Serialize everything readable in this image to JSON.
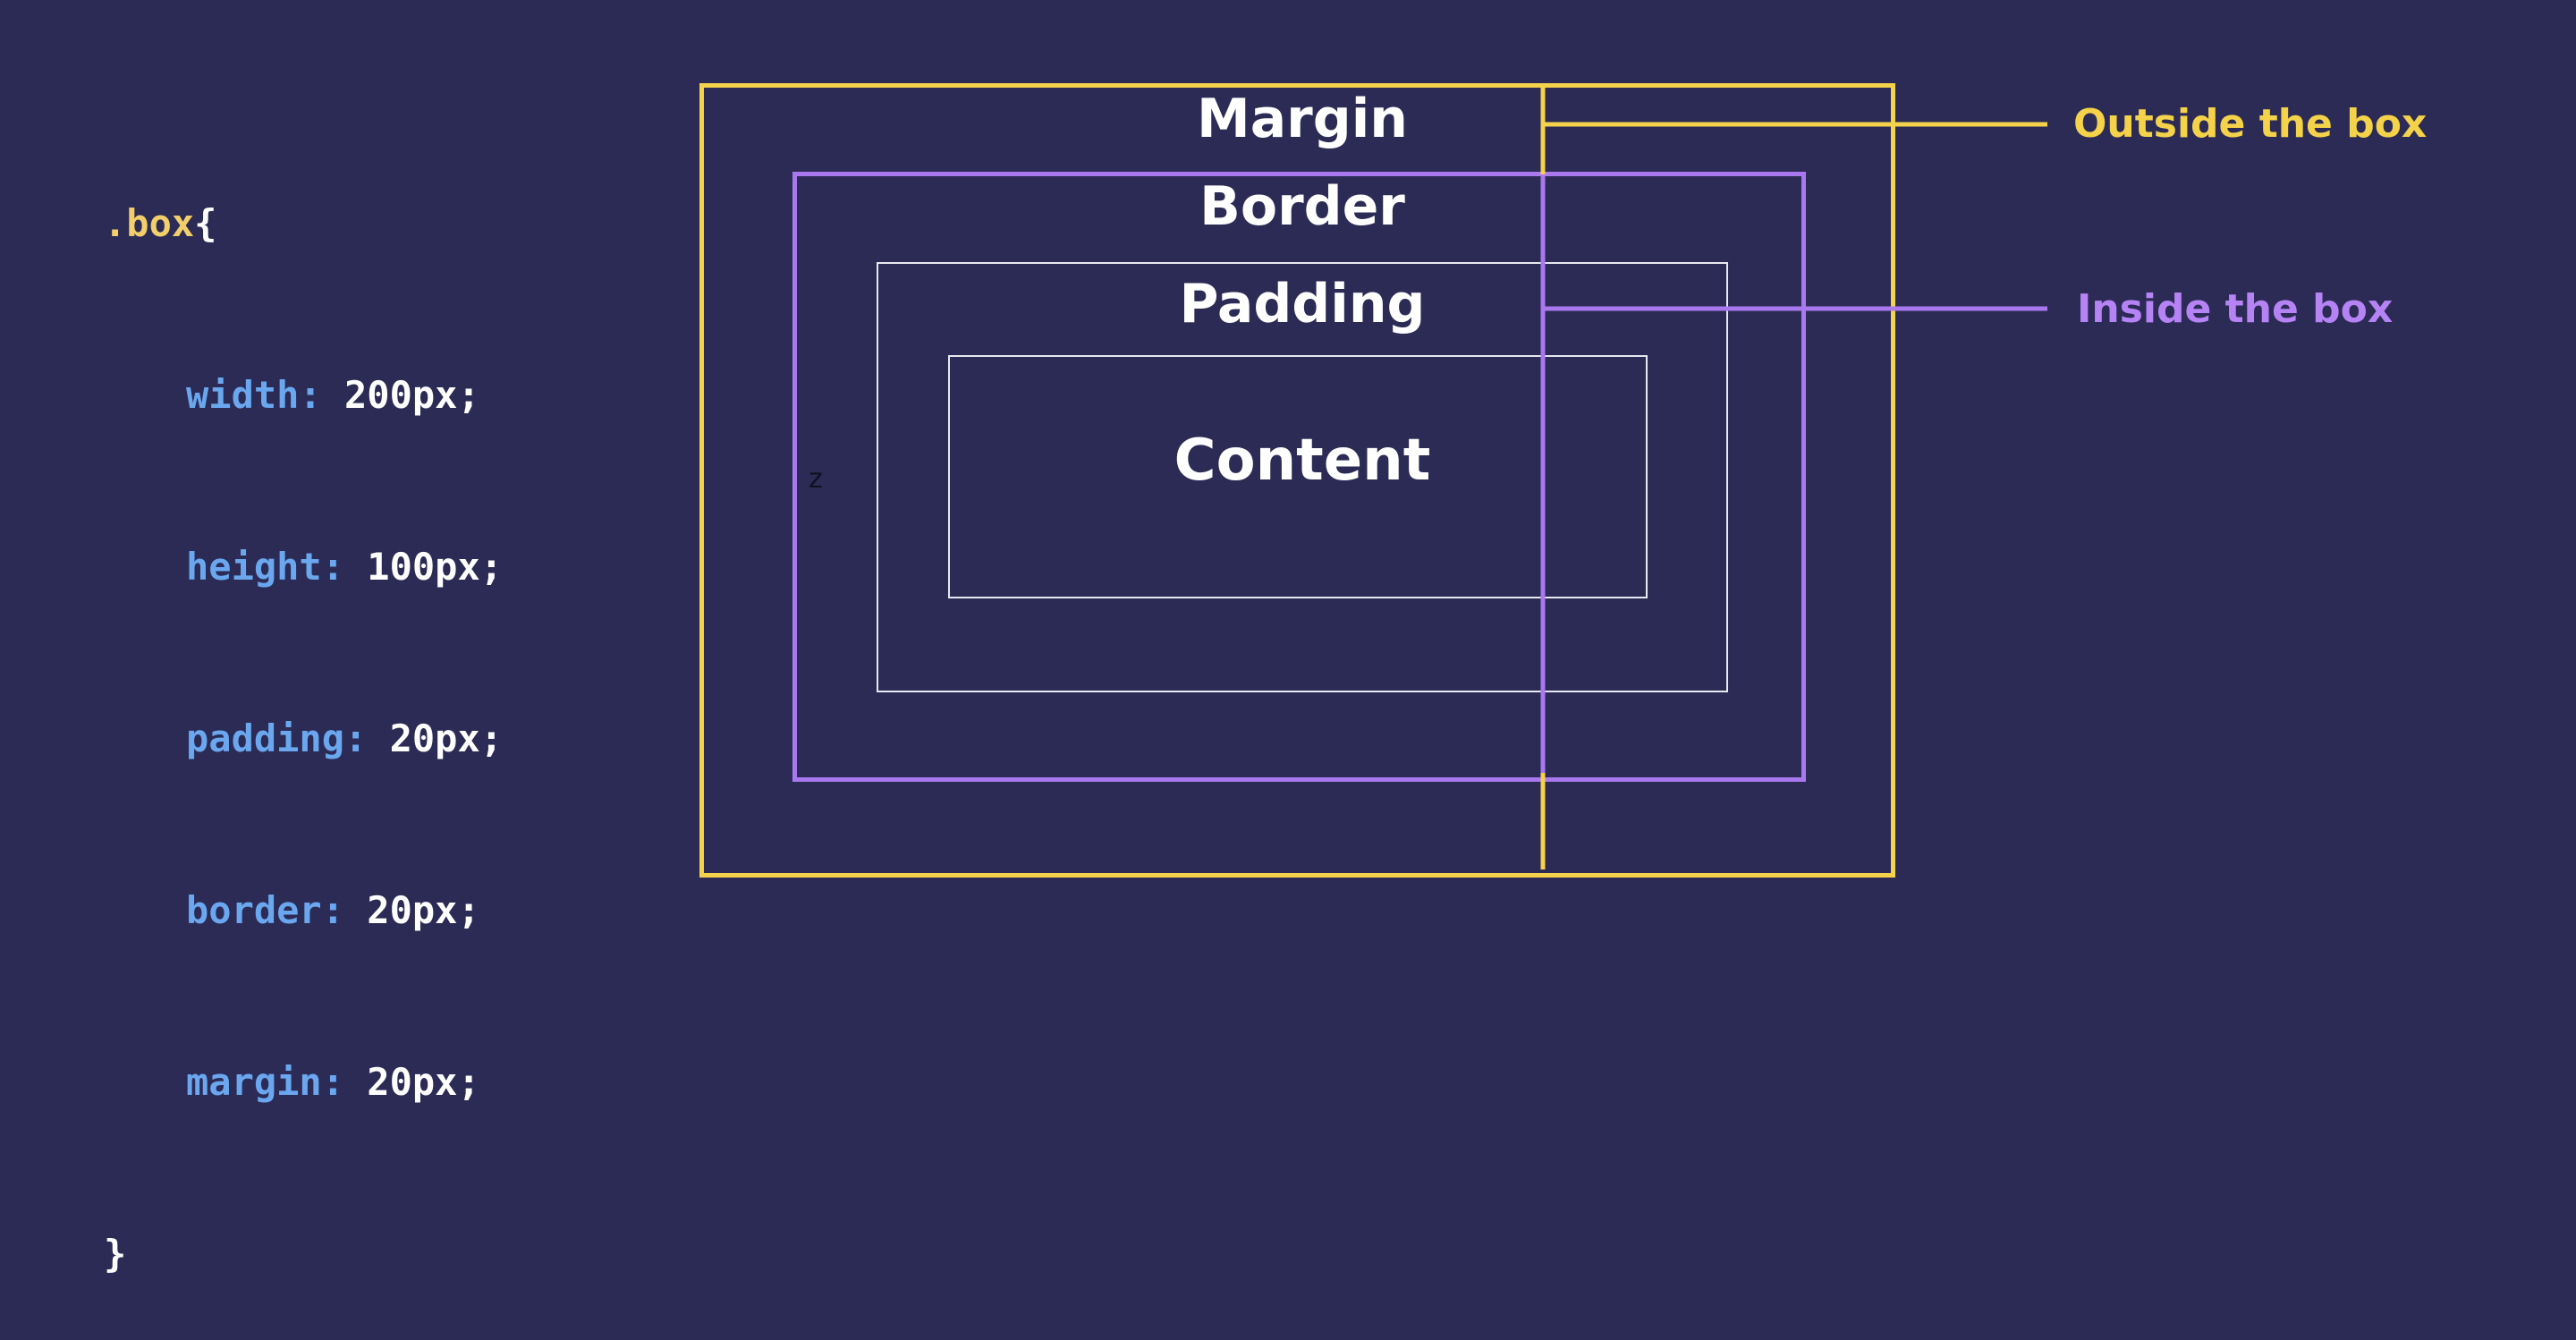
{
  "code": {
    "selector": ".box",
    "open_brace": "{",
    "close_brace": "}",
    "declarations": [
      {
        "prop": "width:",
        "value": " 200px;"
      },
      {
        "prop": "height:",
        "value": " 100px;"
      },
      {
        "prop": "padding:",
        "value": " 20px;"
      },
      {
        "prop": "border:",
        "value": " 20px;"
      },
      {
        "prop": "margin:",
        "value": " 20px;"
      }
    ]
  },
  "diagram": {
    "margin_label": "Margin",
    "border_label": "Border",
    "padding_label": "Padding",
    "content_label": "Content",
    "stray_char": "z"
  },
  "callouts": {
    "outside": "Outside the box",
    "inside": "Inside the box"
  },
  "colors": {
    "background": "#2b2b55",
    "margin": "#f4d24a",
    "border": "#a978ef",
    "padding": "#e8e8f0",
    "selector": "#f2cf6b",
    "property": "#6aa7ef"
  }
}
